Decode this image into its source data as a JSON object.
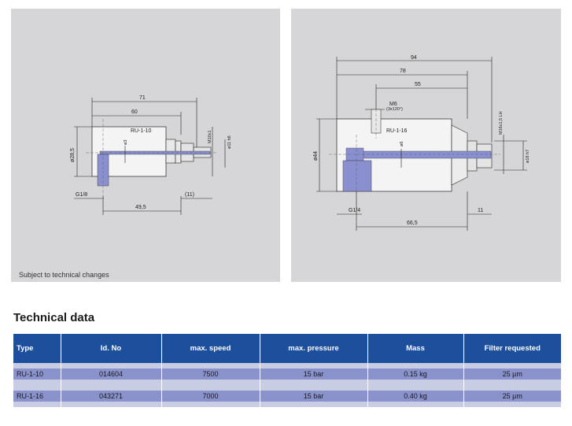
{
  "left_drawing": {
    "model_label": "RU-1-10",
    "dims": {
      "overall": "71",
      "body": "60",
      "offset": "49,5",
      "right_gap": "(11)",
      "dia_body": "ø28,5",
      "dia_bore": "ø3",
      "thread": "M10x1",
      "dia_tip": "ø11 h6",
      "port": "G1/8"
    }
  },
  "right_drawing": {
    "model_label": "RU-1-16",
    "dims": {
      "overall": "94",
      "length2": "78",
      "length3": "55",
      "port_offset": "66,5",
      "tip_len": "11",
      "dia_body": "ø44",
      "dia_bore": "ø6",
      "screw": "M6",
      "screw_depth": "(3x120°)",
      "thread": "M16x1,5 LH",
      "dia_tip": "ø18 h7",
      "port": "G1/4"
    }
  },
  "note": "Subject to technical changes",
  "section_title": "Technical data",
  "table": {
    "headers": [
      "Type",
      "Id. No",
      "max. speed",
      "max. pressure",
      "Mass",
      "Filter requested"
    ],
    "rows": [
      [
        "RU-1-10",
        "014604",
        "7500",
        "15 bar",
        "0.15 kg",
        "25 µm"
      ],
      [
        "RU-1-16",
        "043271",
        "7000",
        "15 bar",
        "0.40 kg",
        "25 µm"
      ]
    ]
  },
  "colors": {
    "panel": "#d6d6d8",
    "header": "#1c4f9c",
    "row": "#8a92cc",
    "row_light": "#c9cde4",
    "part_accent": "#8a8fd0"
  }
}
